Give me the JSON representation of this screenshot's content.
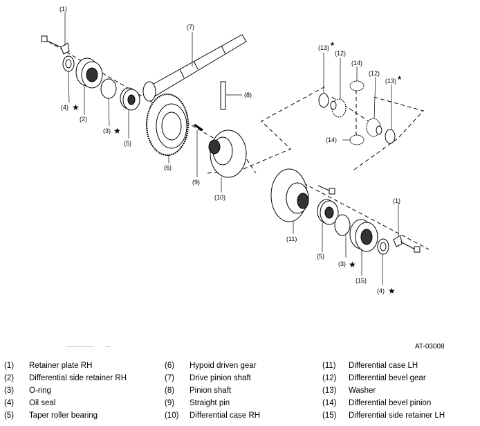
{
  "figure_code": "AT-03008",
  "callouts": {
    "c1a": "(1)",
    "c1b": "(1)",
    "c2": "(2)",
    "c3a": "(3)",
    "c3b": "(3)",
    "c4a": "(4)",
    "c4b": "(4)",
    "c5a": "(5)",
    "c5b": "(5)",
    "c6": "(6)",
    "c7": "(7)",
    "c8": "(8)",
    "c9": "(9)",
    "c10": "(10)",
    "c11": "(11)",
    "c12a": "(12)",
    "c12b": "(12)",
    "c13a": "(13)",
    "c13b": "(13)",
    "c14a": "(14)",
    "c14b": "(14)",
    "c15": "(15)"
  },
  "marks": {
    "star": "★",
    "asterisk": "*"
  },
  "legend": [
    [
      {
        "num": "(1)",
        "label": "Retainer plate RH"
      },
      {
        "num": "(2)",
        "label": "Differential side retainer RH"
      },
      {
        "num": "(3)",
        "label": "O-ring"
      },
      {
        "num": "(4)",
        "label": "Oil seal"
      },
      {
        "num": "(5)",
        "label": "Taper roller bearing"
      }
    ],
    [
      {
        "num": "(6)",
        "label": "Hypoid driven gear"
      },
      {
        "num": "(7)",
        "label": "Drive pinion shaft"
      },
      {
        "num": "(8)",
        "label": "Pinion shaft"
      },
      {
        "num": "(9)",
        "label": "Straight pin"
      },
      {
        "num": "(10)",
        "label": "Differential case RH"
      }
    ],
    [
      {
        "num": "(11)",
        "label": "Differential case LH"
      },
      {
        "num": "(12)",
        "label": "Differential bevel gear"
      },
      {
        "num": "(13)",
        "label": "Washer"
      },
      {
        "num": "(14)",
        "label": "Differential bevel pinion"
      },
      {
        "num": "(15)",
        "label": "Differential side retainer LH"
      }
    ]
  ]
}
